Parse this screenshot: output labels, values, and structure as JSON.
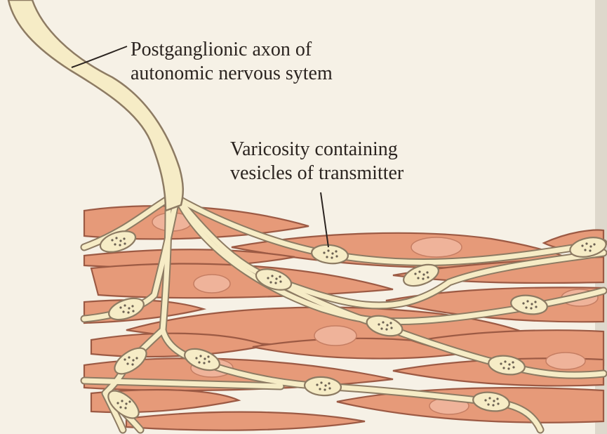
{
  "labels": {
    "axon": {
      "line1": "Postganglionic axon of",
      "line2": "autonomic nervous sytem"
    },
    "varicosity": {
      "line1": "Varicosity containing",
      "line2": "vesicles of transmitter"
    }
  },
  "colors": {
    "background": "#f6f1e6",
    "muscle_fill": "#e69a79",
    "muscle_edge": "#9c5a44",
    "nucleus_fill": "#efb39a",
    "axon_fill": "#f6ecc6",
    "axon_edge": "#8d7b63",
    "vesicle_dots": "#6b6052",
    "text": "#2b2420"
  }
}
